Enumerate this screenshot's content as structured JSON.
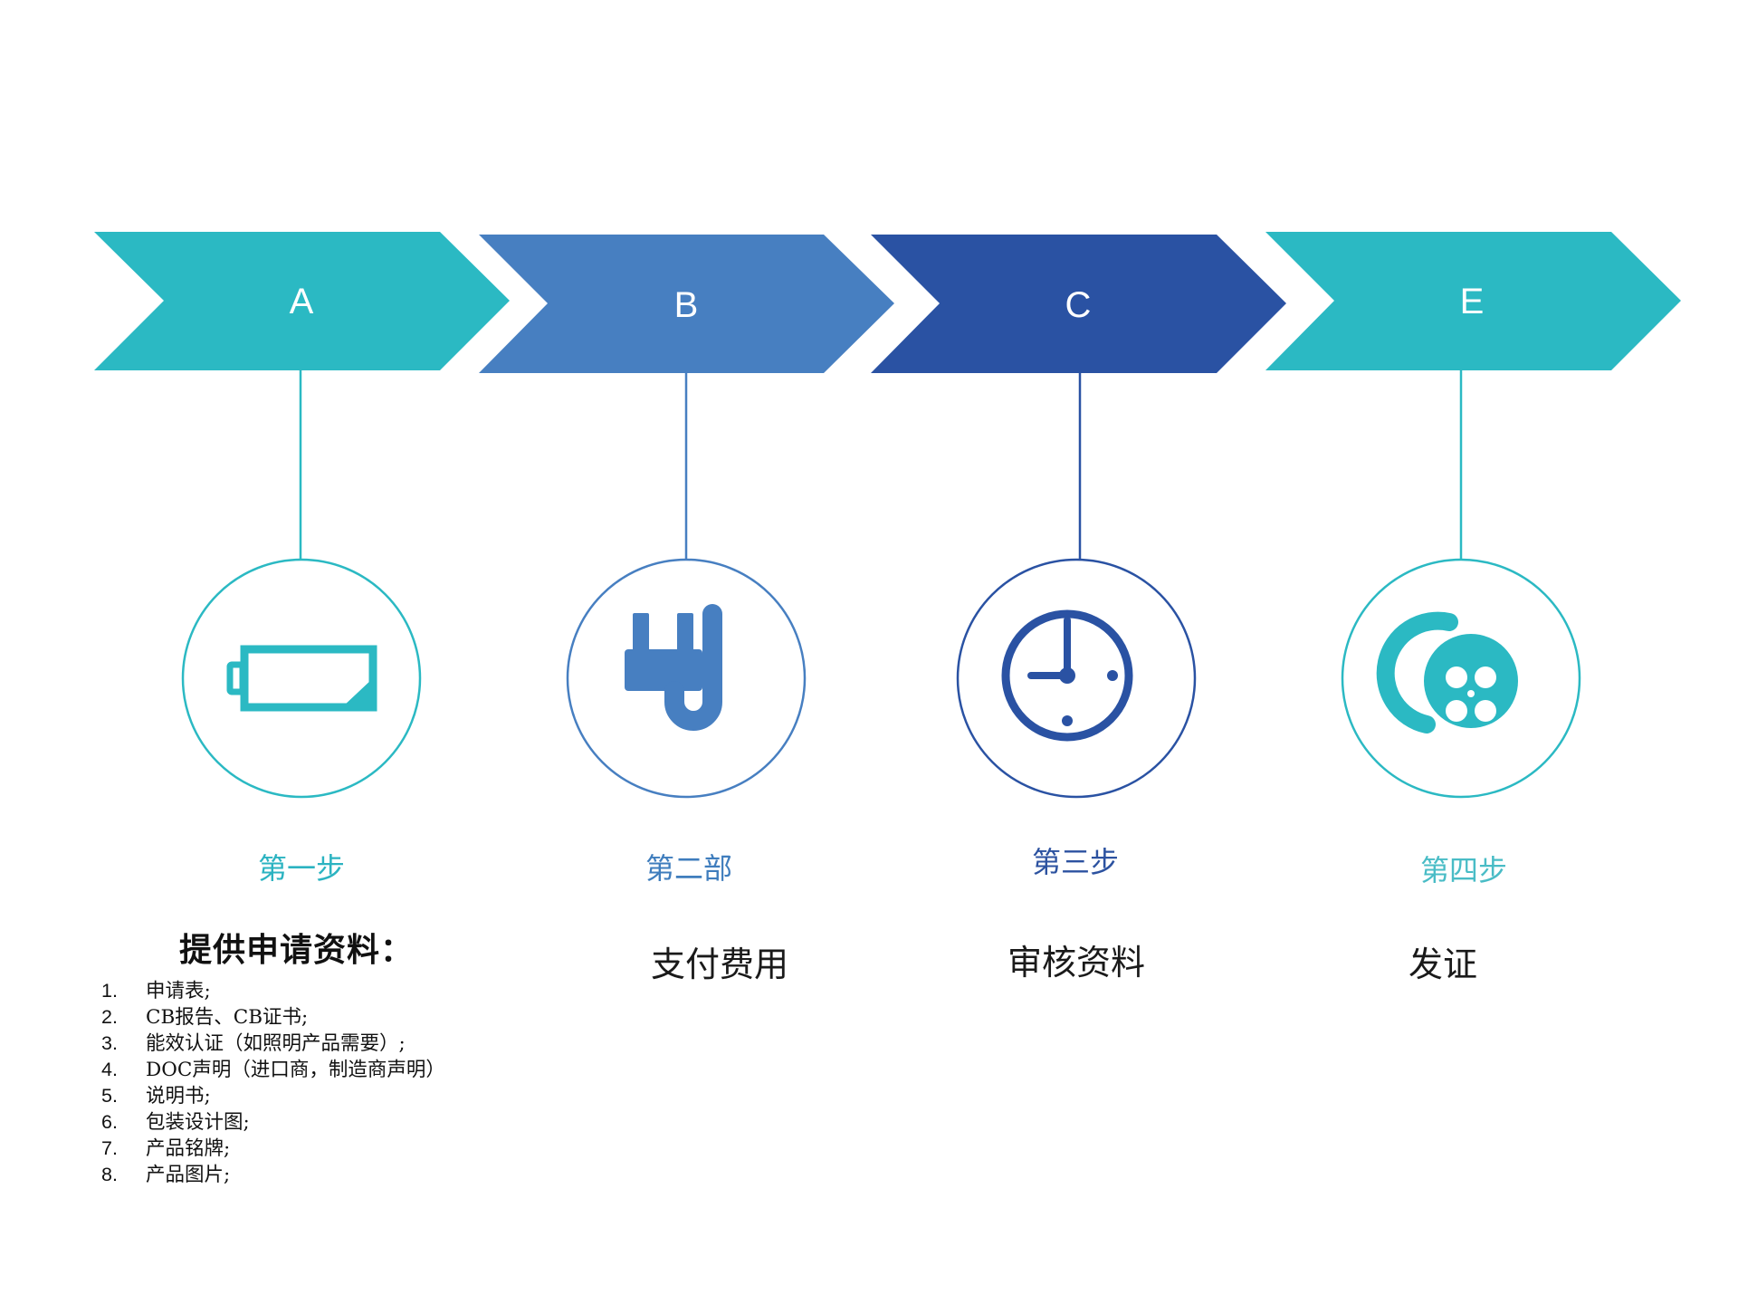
{
  "colors": {
    "teal": "#2bb9c3",
    "blue": "#477fc1",
    "navy": "#2a52a3",
    "text": "#1a1a1a"
  },
  "steps": [
    {
      "letter": "A",
      "label": "第一步",
      "description": "",
      "color": "#2bb9c3",
      "label_color": "#2bb3c1",
      "icon": "battery-icon"
    },
    {
      "letter": "B",
      "label": "第二部",
      "description": "支付费用",
      "color": "#477fc1",
      "label_color": "#3f7dbd",
      "icon": "plug-icon"
    },
    {
      "letter": "C",
      "label": "第三步",
      "description": "审核资料",
      "color": "#2a52a3",
      "label_color": "#2c52a0",
      "icon": "clock-icon"
    },
    {
      "letter": "E",
      "label": "第四步",
      "description": "发证",
      "color": "#2bb9c3",
      "label_color": "#49bcc6",
      "icon": "film-reel-icon"
    }
  ],
  "materials": {
    "title": "提供申请资料：",
    "items": [
      {
        "num": "1.",
        "text": "申请表;"
      },
      {
        "num": "2.",
        "text": "CB报告、CB证书;"
      },
      {
        "num": "3.",
        "text": "能效认证（如照明产品需要）;"
      },
      {
        "num": "4.",
        "text": "DOC声明（进口商，制造商声明）"
      },
      {
        "num": "5.",
        "text": "说明书;"
      },
      {
        "num": "6.",
        "text": "包装设计图;"
      },
      {
        "num": "7.",
        "text": "产品铭牌;"
      },
      {
        "num": "8.",
        "text": "产品图片;"
      }
    ]
  }
}
